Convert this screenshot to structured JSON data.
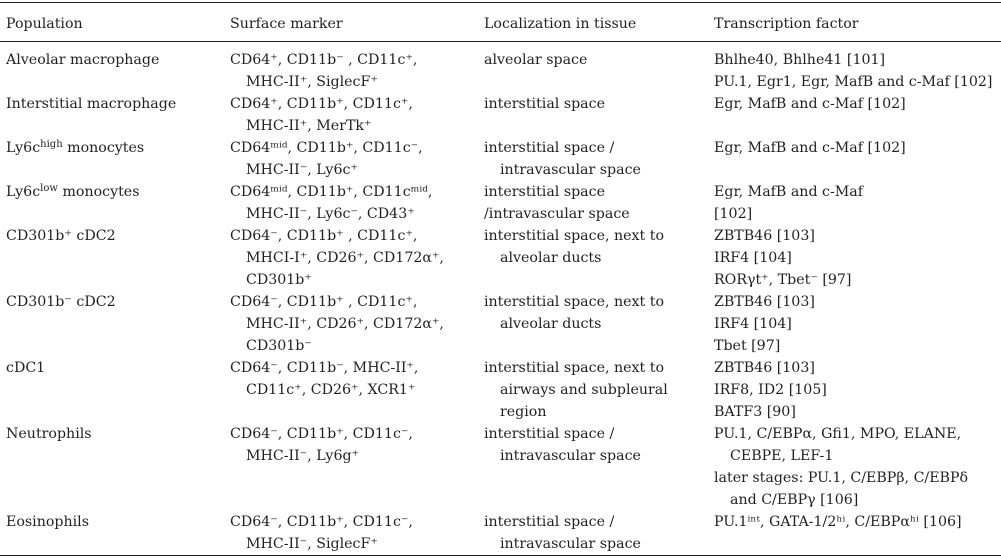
{
  "headers": {
    "population": "Population",
    "surface_marker": "Surface marker",
    "localization": "Localization in tissue",
    "transcription": "Transcription factor"
  },
  "rows": [
    {
      "population": "Alveolar macrophage",
      "marker_lines": [
        "CD64⁺, CD11b⁻ , CD11c⁺,",
        "MHC-II⁺, SiglecF⁺"
      ],
      "loc_lines": [
        "alveolar space"
      ],
      "tf_lines": [
        "Bhlhe40, Bhlhe41 [101]",
        "PU.1, Egr1, Egr, MafB and c-Maf [102]"
      ]
    },
    {
      "population": "Interstitial macrophage",
      "marker_lines": [
        "CD64⁺, CD11b⁺, CD11c⁺,",
        "MHC-II⁺, MerTk⁺"
      ],
      "loc_lines": [
        "interstitial space"
      ],
      "tf_lines": [
        "Egr, MafB and c-Maf [102]"
      ]
    },
    {
      "population_base": "Ly6c",
      "population_sup": "high",
      "population_rest": " monocytes",
      "marker_lines": [
        "CD64ᵐⁱᵈ, CD11b⁺, CD11c⁻,",
        "MHC-II⁻, Ly6c⁺"
      ],
      "loc_lines": [
        "interstitial space /",
        "intravascular space"
      ],
      "tf_lines": [
        "Egr, MafB and c-Maf [102]"
      ]
    },
    {
      "population_base": "Ly6c",
      "population_sup": "low",
      "population_rest": " monocytes",
      "marker_lines": [
        "CD64ᵐⁱᵈ, CD11b⁺, CD11cᵐⁱᵈ,",
        "MHC-II⁻, Ly6c⁻, CD43⁺"
      ],
      "loc_lines": [
        "interstitial space",
        "/intravascular space"
      ],
      "tf_lines": [
        "Egr, MafB and c-Maf",
        "[102]"
      ]
    },
    {
      "population": "CD301b⁺ cDC2",
      "marker_lines": [
        "CD64⁻, CD11b⁺ , CD11c⁺,",
        "MHCI-I⁺, CD26⁺, CD172α⁺,",
        "CD301b⁺"
      ],
      "loc_lines": [
        "interstitial space, next to",
        "alveolar ducts"
      ],
      "tf_lines": [
        "ZBTB46 [103]",
        "IRF4 [104]",
        "RORγt⁺, Tbet⁻ [97]"
      ]
    },
    {
      "population": "CD301b⁻ cDC2",
      "marker_lines": [
        "CD64⁻, CD11b⁺ , CD11c⁺,",
        "MHC-II⁺, CD26⁺, CD172α⁺,",
        "CD301b⁻"
      ],
      "loc_lines": [
        "interstitial space, next to",
        "alveolar ducts"
      ],
      "tf_lines": [
        "ZBTB46 [103]",
        "IRF4 [104]",
        "Tbet [97]"
      ]
    },
    {
      "population": "cDC1",
      "marker_lines": [
        "CD64⁻, CD11b⁻, MHC-II⁺,",
        "CD11c⁺, CD26⁺, XCR1⁺"
      ],
      "loc_lines": [
        "interstitial space, next to",
        "airways and subpleural",
        "region"
      ],
      "tf_lines": [
        "ZBTB46 [103]",
        "IRF8, ID2 [105]",
        "BATF3 [90]"
      ]
    },
    {
      "population": "Neutrophils",
      "marker_lines": [
        "CD64⁻, CD11b⁺, CD11c⁻,",
        "MHC-II⁻, Ly6g⁺"
      ],
      "loc_lines": [
        "interstitial space /",
        "intravascular space"
      ],
      "tf_lines": [
        "PU.1, C/EBPα, Gfi1, MPO, ELANE,",
        "CEBPE, LEF-1",
        "later stages: PU.1, C/EBPβ, C/EBPδ",
        "and C/EBPγ [106]"
      ]
    },
    {
      "population": "Eosinophils",
      "marker_lines": [
        "CD64⁻, CD11b⁺, CD11c⁻,",
        "MHC-II⁻, SiglecF⁺"
      ],
      "loc_lines": [
        "interstitial space /",
        "intravascular space"
      ],
      "tf_lines": [
        "PU.1ⁱⁿᵗ, GATA-1/2ʰⁱ, C/EBPαʰⁱ [106]"
      ]
    }
  ]
}
